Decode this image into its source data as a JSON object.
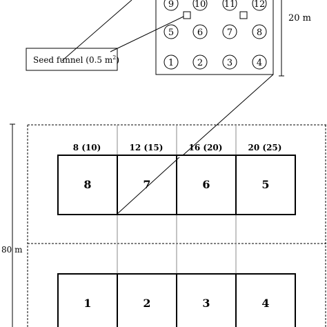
{
  "inset": {
    "circles": [
      "9",
      "10",
      "11",
      "12",
      "5",
      "6",
      "7",
      "8",
      "1",
      "2",
      "3",
      "4"
    ],
    "dimension_label": "20 m",
    "callout": {
      "text": "Seed funnel (0.5 m",
      "superscript": "2",
      "closing": ")"
    }
  },
  "site": {
    "dimension_label": "80 m",
    "top_plots": [
      {
        "number": "8",
        "header": "8 (10)"
      },
      {
        "number": "7",
        "header": "12 (15)"
      },
      {
        "number": "6",
        "header": "16 (20)"
      },
      {
        "number": "5",
        "header": "20 (25)"
      }
    ],
    "bottom_plots": [
      {
        "number": "1"
      },
      {
        "number": "2"
      },
      {
        "number": "3"
      },
      {
        "number": "4"
      }
    ]
  }
}
